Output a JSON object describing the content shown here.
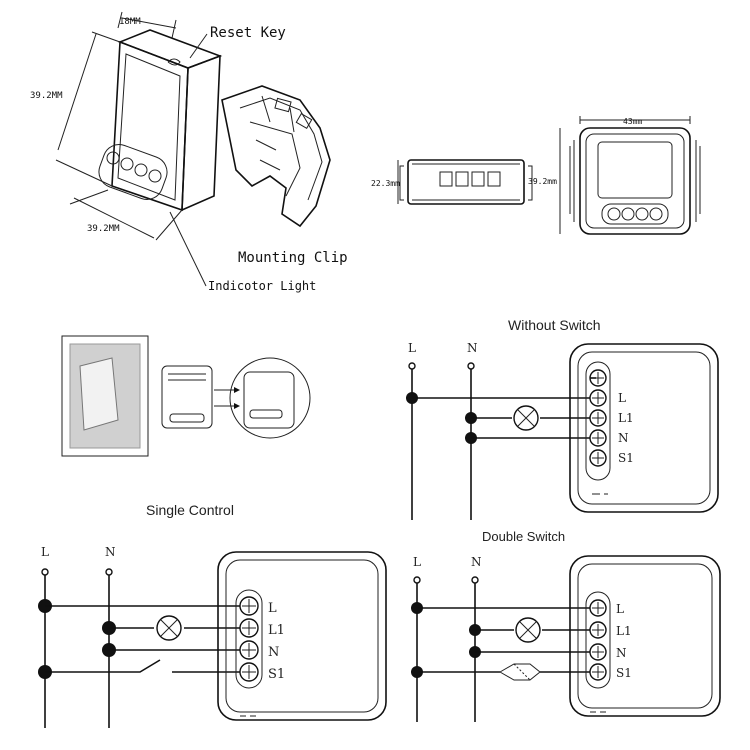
{
  "top_product": {
    "dim_18": "18MM",
    "dim_392_left": "39.2MM",
    "dim_392_bottom": "39.2MM",
    "reset_key": "Reset Key",
    "mounting_clip": "Mounting Clip",
    "indicator_light": "Indicotor Light"
  },
  "side_view": {
    "height": "22.3mm"
  },
  "front_view": {
    "width": "43mm",
    "height": "39.2mm"
  },
  "sections": {
    "without_switch": "Without Switch",
    "single_control": "Single Control",
    "double_switch": "Double Switch"
  },
  "wiring": {
    "line": "L",
    "neutral": "N",
    "terminals": [
      "L",
      "L1",
      "N",
      "S1"
    ]
  }
}
